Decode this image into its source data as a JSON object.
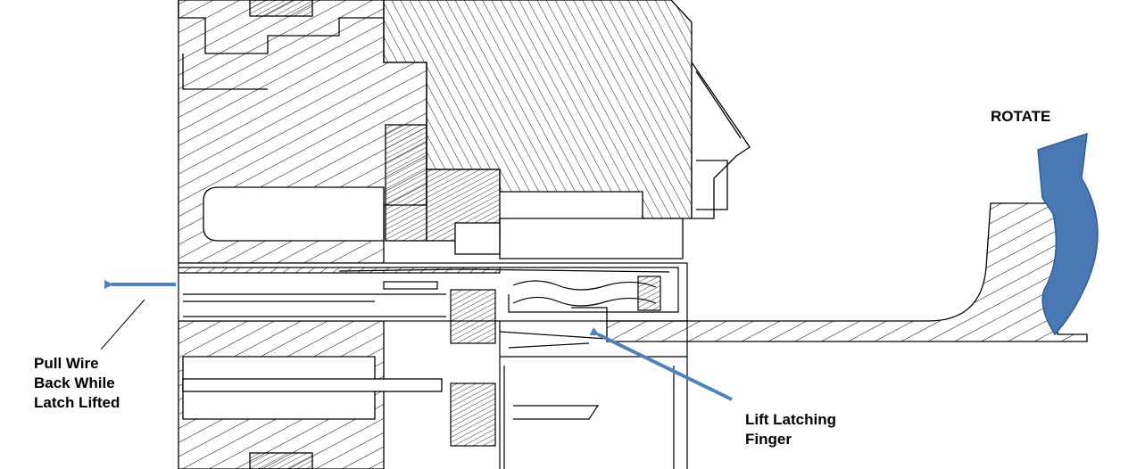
{
  "labels": {
    "rotate": "ROTATE",
    "pull_wire": [
      "Pull Wire",
      "Back While",
      "Latch Lifted"
    ],
    "lift_finger": [
      "Lift Latching",
      "Finger"
    ]
  },
  "colors": {
    "arrow": "#4f81bd",
    "rotate_arrow": "#4a78b5",
    "rotate_arrow_outline": "#2e5f96",
    "line": "#000000",
    "background": "#ffffff"
  }
}
